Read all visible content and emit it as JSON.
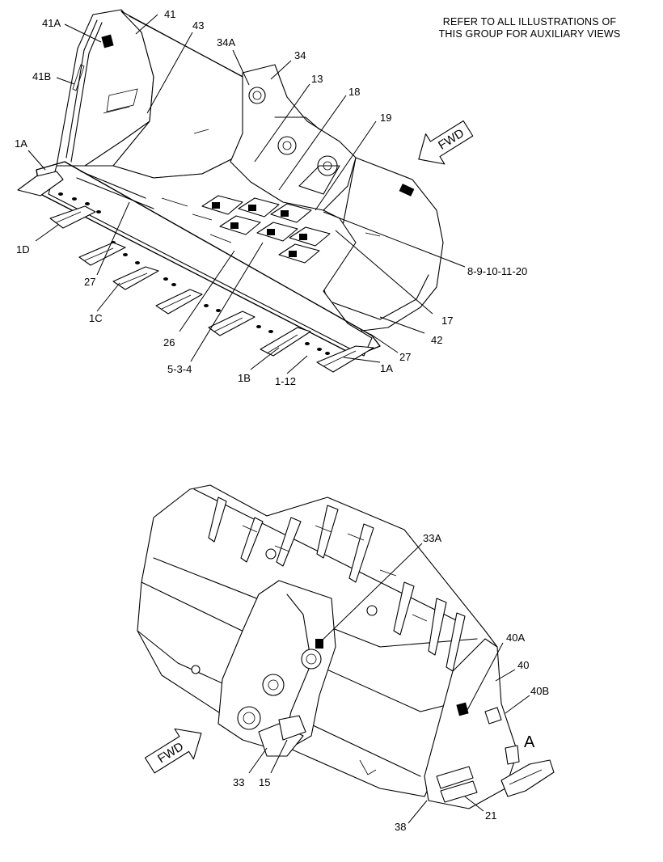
{
  "header_note": {
    "line1": "REFER TO ALL ILLUSTRATIONS OF",
    "line2": "THIS GROUP FOR AUXILIARY VIEWS"
  },
  "arrows": {
    "fwd_top": "FWD",
    "fwd_bottom": "FWD"
  },
  "view_letter": "A",
  "callouts_top": {
    "c41A": "41A",
    "c41": "41",
    "c43": "43",
    "c41B": "41B",
    "c34A": "34A",
    "c34": "34",
    "c13": "13",
    "c18": "18",
    "c19": "19",
    "c1A_left": "1A",
    "c1D": "1D",
    "c27_left": "27",
    "c1C": "1C",
    "c8_20": "8-9-10-11-20",
    "c17": "17",
    "c42": "42",
    "c27_right": "27",
    "c26": "26",
    "c5_3_4": "5-3-4",
    "c1B": "1B",
    "c1_12": "1-12",
    "c1A_right": "1A"
  },
  "callouts_bottom": {
    "c33A": "33A",
    "c40A": "40A",
    "c40": "40",
    "c40B": "40B",
    "c33": "33",
    "c15": "15",
    "c21": "21",
    "c38": "38"
  }
}
